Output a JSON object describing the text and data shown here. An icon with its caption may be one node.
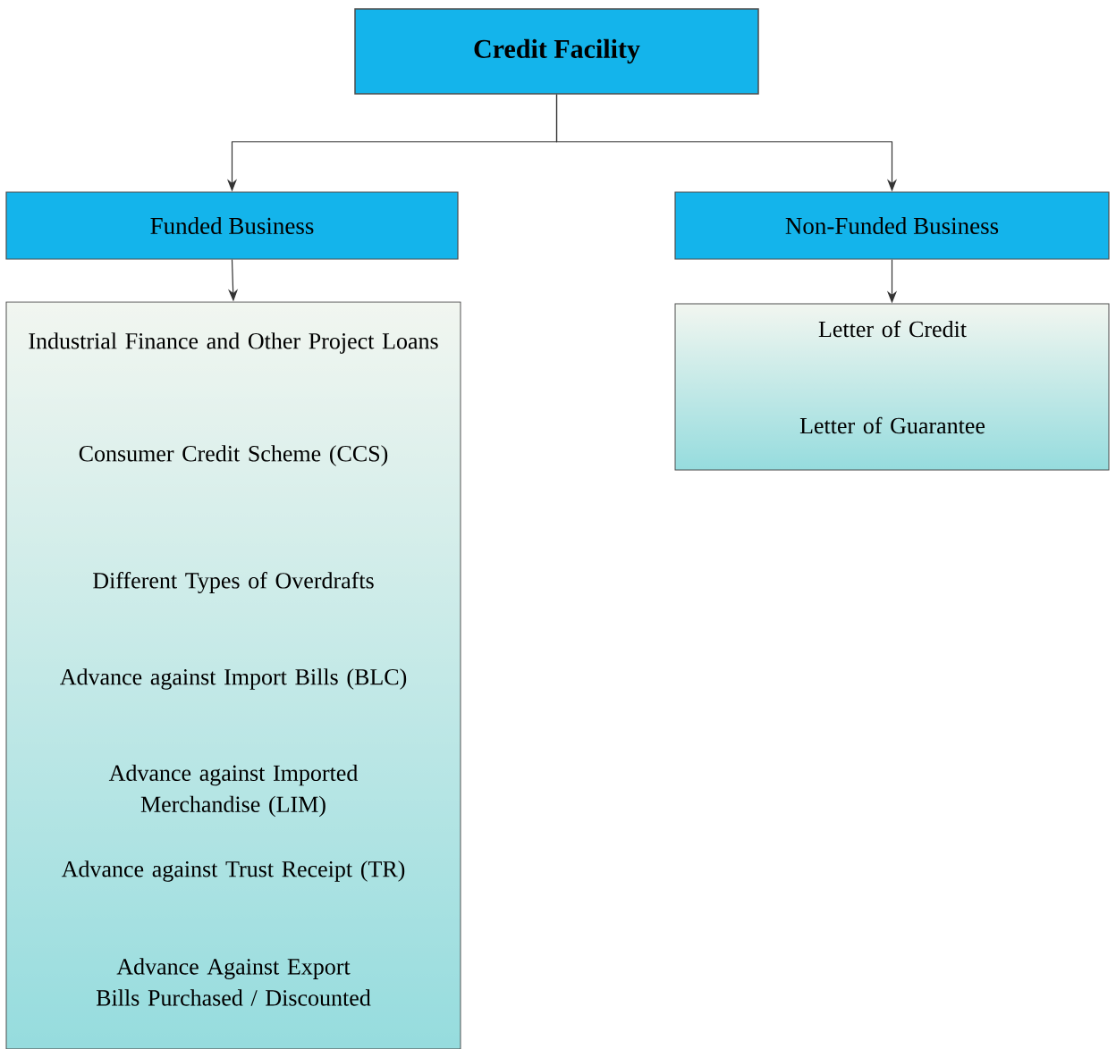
{
  "diagram": {
    "nodes": [
      {
        "text": [
          "Credit Facility"
        ]
      },
      {
        "text": [
          "Funded Business"
        ]
      },
      {
        "text": [
          "Non-Funded Business"
        ]
      },
      {
        "text": [
          "Industrial Finance and Other Project Loans",
          "Consumer Credit Scheme (CCS)",
          "Different Types of Overdrafts",
          "Advance against Import Bills (BLC)",
          "Advance against Imported Merchandise (LIM)",
          "Advance against Trust Receipt (TR)",
          "Advance Against Export Bills Purchased / Discounted"
        ]
      },
      {
        "text": [
          "Letter of Credit",
          "Letter of Guarantee"
        ]
      }
    ],
    "edges": [
      {
        "from": 0,
        "to": 1,
        "arrow": "to"
      },
      {
        "from": 0,
        "to": 2,
        "arrow": "to"
      },
      {
        "from": 1,
        "to": 3,
        "arrow": "to"
      },
      {
        "from": 2,
        "to": 4,
        "arrow": "to"
      }
    ]
  }
}
